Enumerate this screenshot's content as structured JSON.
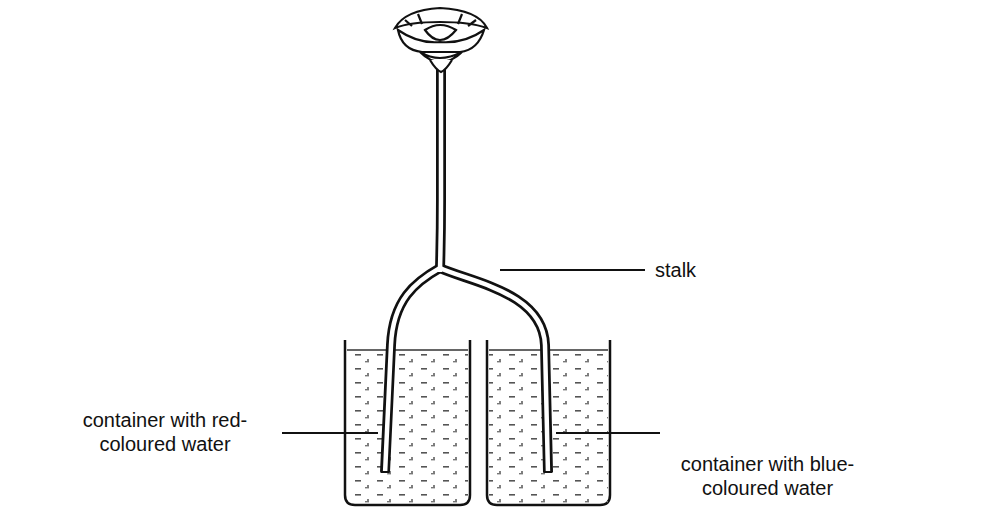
{
  "diagram": {
    "labels": [
      "stalk",
      "container with red-coloured water",
      "container with blue-coloured water"
    ]
  }
}
